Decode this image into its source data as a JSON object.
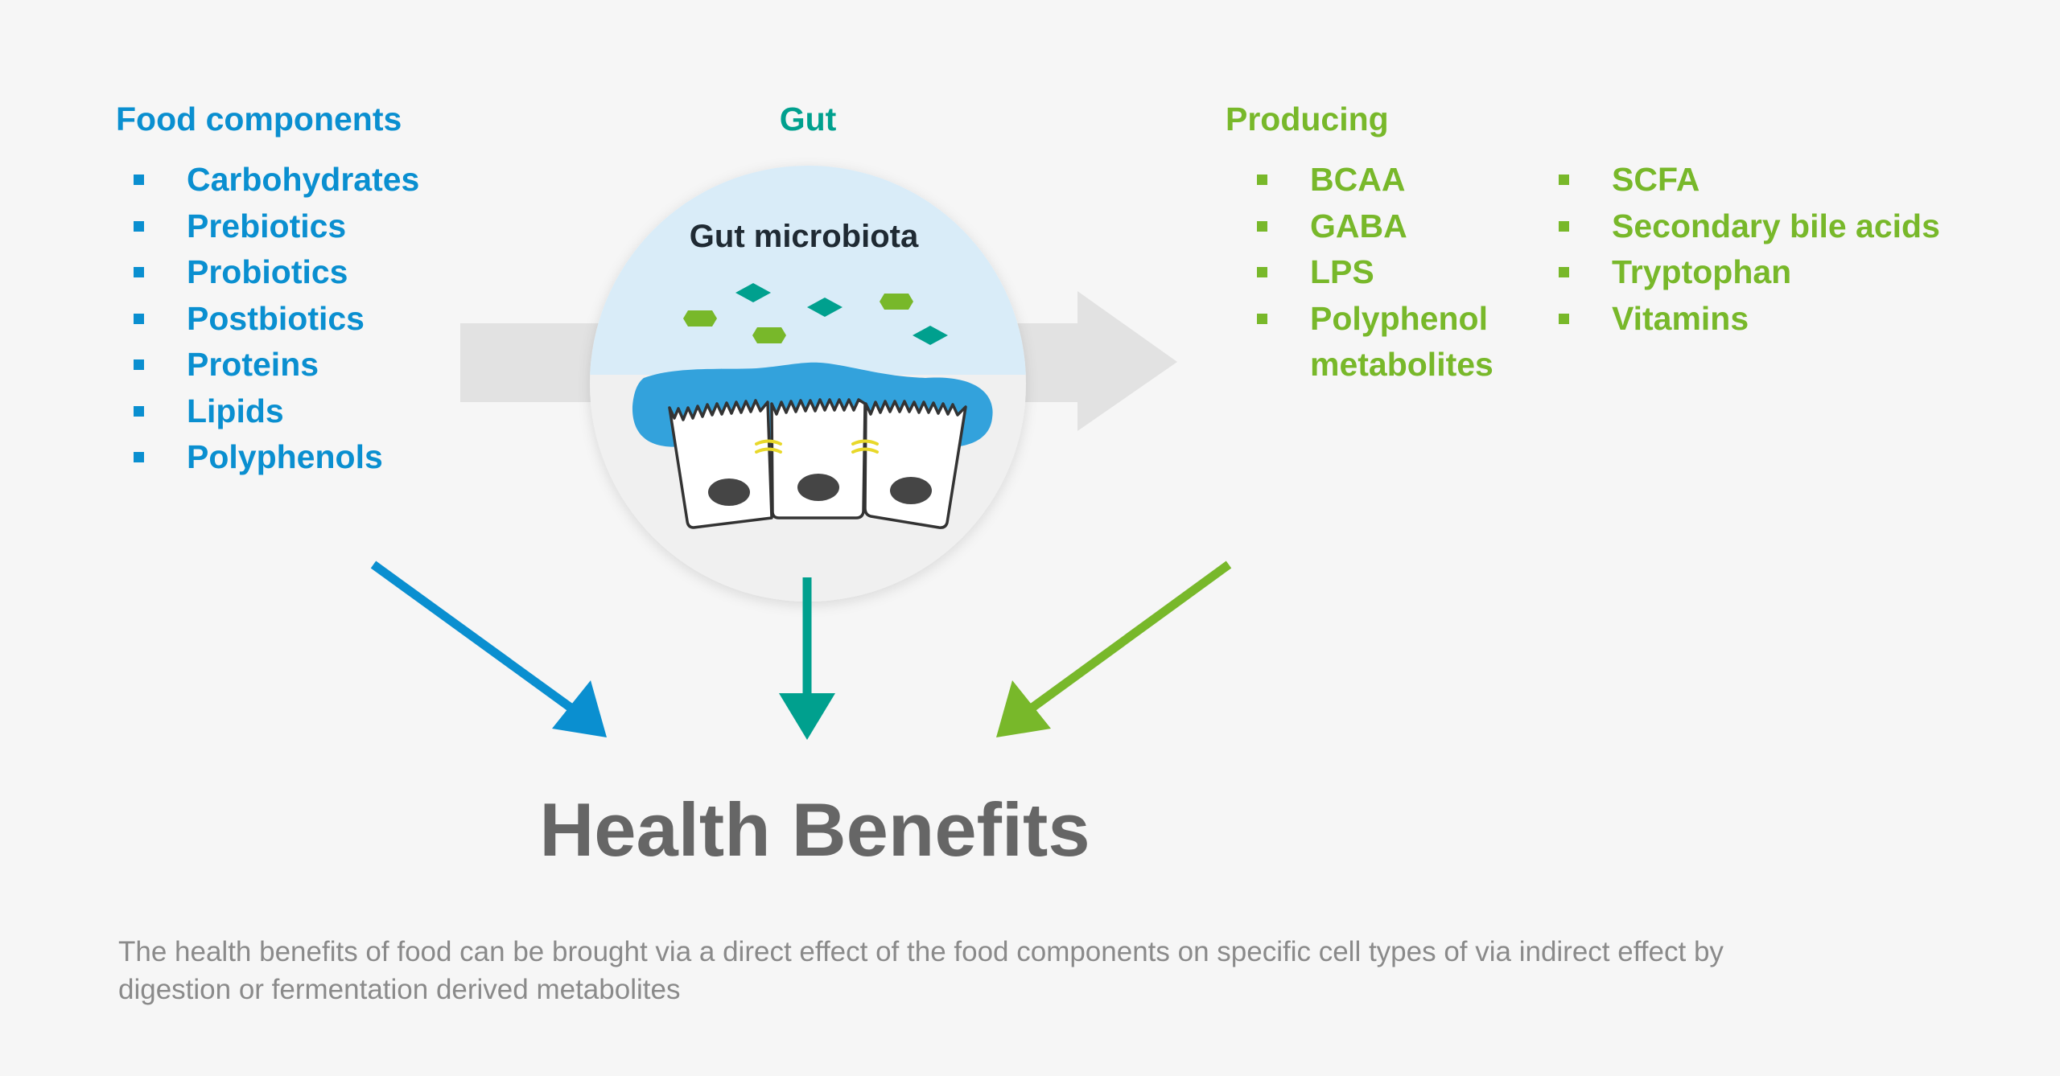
{
  "columns": {
    "food": {
      "heading": "Food components",
      "items": [
        "Carbohydrates",
        "Prebiotics",
        "Probiotics",
        "Postbiotics",
        "Proteins",
        "Lipids",
        "Polyphenols"
      ]
    },
    "gut": {
      "heading": "Gut",
      "circle_label": "Gut microbiota"
    },
    "producing": {
      "heading": "Producing",
      "items_col1": [
        "BCAA",
        "GABA",
        "LPS",
        "Polyphenol metabolites"
      ],
      "items_col2": [
        "SCFA",
        "Secondary bile acids",
        "Tryptophan",
        "Vitamins"
      ]
    }
  },
  "title": "Health Benefits",
  "caption": "The health benefits of food can be brought via a direct effect of the food components on specific cell types of via indirect effect by digestion or fermentation derived metabolites",
  "colors": {
    "blue": "#0a8fd0",
    "teal": "#00a08e",
    "green": "#78b82a",
    "arrow_gray": "#e2e2e2",
    "title_gray": "#666666"
  },
  "icons": [
    "flow-arrow",
    "gut-circle",
    "epithelial-cells",
    "microbe-diamond",
    "microbe-hexagon"
  ]
}
